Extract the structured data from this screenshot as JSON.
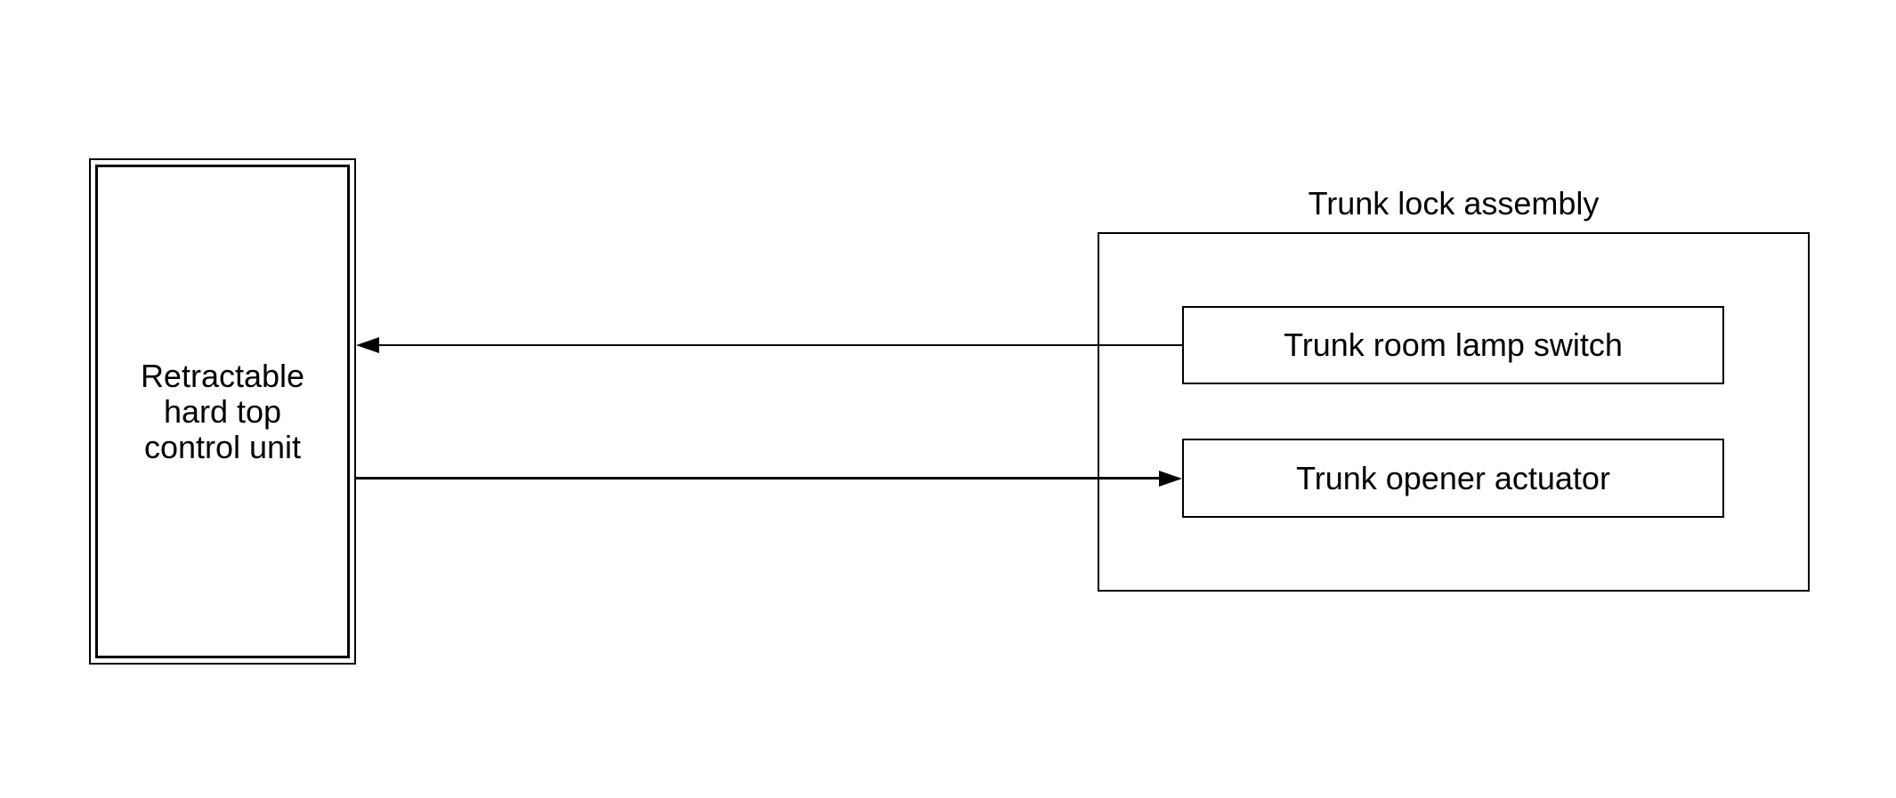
{
  "diagram": {
    "background_color": "#ffffff",
    "line_color": "#000000",
    "control_unit": {
      "label": "Retractable\nhard top\ncontrol unit"
    },
    "trunk_lock_assembly": {
      "title": "Trunk lock assembly",
      "components": [
        {
          "label": "Trunk room lamp switch"
        },
        {
          "label": "Trunk opener actuator"
        }
      ]
    },
    "connections": [
      {
        "from": "Trunk room lamp switch",
        "to": "Retractable hard top control unit",
        "arrow_direction": "left"
      },
      {
        "from": "Retractable hard top control unit",
        "to": "Trunk opener actuator",
        "arrow_direction": "right"
      }
    ]
  }
}
